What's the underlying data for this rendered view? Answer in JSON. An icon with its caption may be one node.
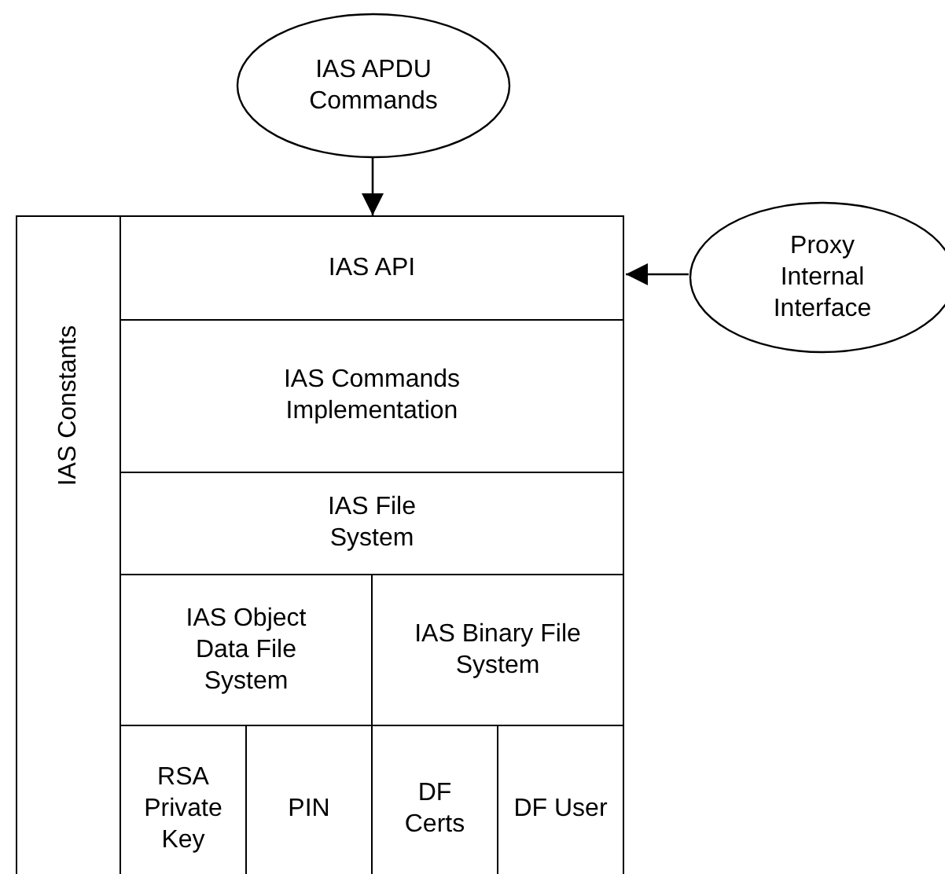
{
  "diagram": {
    "nodes": [
      {
        "text": [
          "IAS APDU Commands"
        ]
      },
      {
        "text": [
          "IAS Constants"
        ]
      },
      {
        "text": [
          "IAS API"
        ]
      },
      {
        "text": [
          "Proxy Internal Interface"
        ]
      },
      {
        "text": [
          "IAS Commands Implementation"
        ]
      },
      {
        "text": [
          "IAS File System"
        ]
      },
      {
        "text": [
          "IAS Object Data File System"
        ]
      },
      {
        "text": [
          "IAS Binary File System"
        ]
      },
      {
        "text": [
          "RSA Private Key"
        ]
      },
      {
        "text": [
          "PIN"
        ]
      },
      {
        "text": [
          "DF Certs"
        ]
      },
      {
        "text": [
          "DF User"
        ]
      }
    ],
    "edges": [
      {
        "from": 0,
        "to": 2,
        "arrow": "to"
      },
      {
        "from": 3,
        "to": 2,
        "arrow": "to"
      }
    ]
  }
}
